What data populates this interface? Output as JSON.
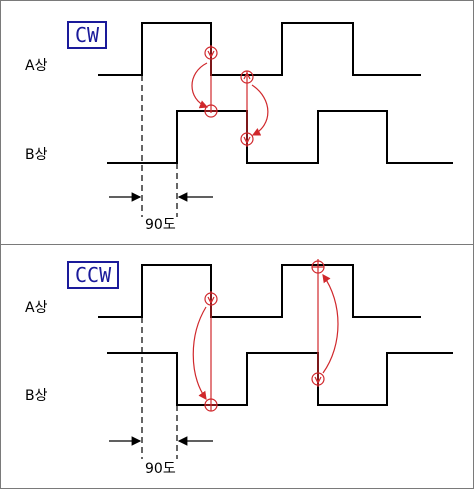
{
  "cw": {
    "title": "CW",
    "phase_a": "A상",
    "phase_b": "B상",
    "offset": "90도"
  },
  "ccw": {
    "title": "CCW",
    "phase_a": "A상",
    "phase_b": "B상",
    "offset": "90도"
  },
  "colors": {
    "waveform": "#000000",
    "badge": "#1a1a9a",
    "marker": "#d0282c"
  }
}
